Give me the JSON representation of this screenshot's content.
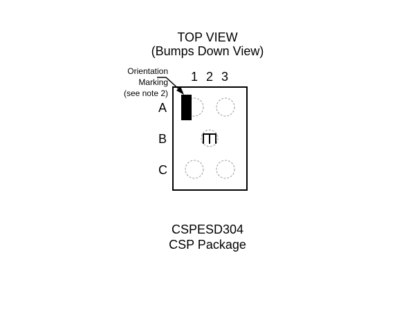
{
  "title": "TOP VIEW",
  "subtitle": "(Bumps Down View)",
  "annotation": [
    "Orientation",
    "Marking",
    "(see note 2)"
  ],
  "columns": [
    "1",
    "2",
    "3"
  ],
  "rows": [
    "A",
    "B",
    "C"
  ],
  "bumps": [
    "A1",
    "A3",
    "B2",
    "C1",
    "C3"
  ],
  "part_number": "CSPESD304",
  "package": "CSP Package"
}
